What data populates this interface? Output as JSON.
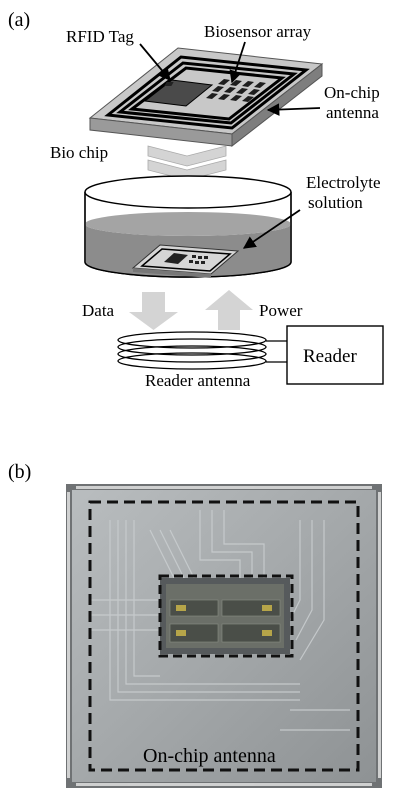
{
  "panel_a": {
    "label": "(a)",
    "rfid_tag": "RFID Tag",
    "biosensor_array": "Biosensor array",
    "on_chip_antenna": [
      "On-chip",
      "antenna"
    ],
    "bio_chip": "Bio chip",
    "electrolyte_solution": [
      "Electrolyte",
      "solution"
    ],
    "data": "Data",
    "power": "Power",
    "reader": "Reader",
    "reader_antenna": "Reader antenna"
  },
  "panel_b": {
    "label": "(b)",
    "on_chip_antenna": "On-chip antenna"
  },
  "colors": {
    "chip_top": "#c8c8c8",
    "chip_side": "#9a9a9a",
    "liquid": "#8c8c8c",
    "arrow_fill": "#d4d4d4",
    "die_bg": "#7a7a7a",
    "die_inner": "#9c9c9c"
  }
}
